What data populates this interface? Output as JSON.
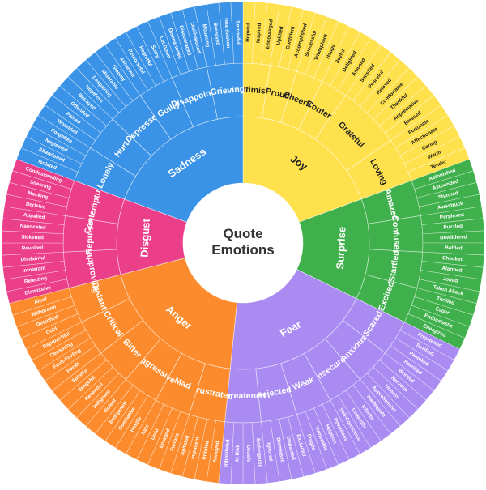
{
  "center": {
    "line1": "Quote",
    "line2": "Emotions"
  },
  "emotions": [
    {
      "name": "Joy",
      "color": "#FFE14D",
      "dark_text": true,
      "groups": [
        {
          "name": "Optimistic",
          "words": [
            "Hopeful",
            "Inspired",
            "Encouraged"
          ]
        },
        {
          "name": "Proud",
          "words": [
            "Uplifted",
            "Confident",
            "Accomplished"
          ]
        },
        {
          "name": "Cheerful",
          "words": [
            "Successful",
            "Triumphant",
            "Happy"
          ]
        },
        {
          "name": "Content",
          "words": [
            "Joyful",
            "Delighted",
            "Amused"
          ]
        },
        {
          "name": "Grateful",
          "words": [
            "Satisfied",
            "Peaceful",
            "Relaxed",
            "Comfortable",
            "Thankful",
            "Appreciative",
            "Blessed"
          ]
        },
        {
          "name": "Loving",
          "words": [
            "Fortunate",
            "Affectionate",
            "Caring",
            "Warm",
            "Tender"
          ]
        }
      ]
    },
    {
      "name": "Surprise",
      "color": "#3FB04B",
      "dark_text": false,
      "groups": [
        {
          "name": "Amazed",
          "words": [
            "Astonished",
            "Astounded",
            "Stunned",
            "Awestruck"
          ]
        },
        {
          "name": "Confused",
          "words": [
            "Perplexed",
            "Puzzled",
            "Bewildered",
            "Baffled"
          ]
        },
        {
          "name": "Startled",
          "words": [
            "Shocked",
            "Alarmed",
            "Jolted",
            "Taken Aback"
          ]
        },
        {
          "name": "Excited",
          "words": [
            "Thrilled",
            "Eager",
            "Enthusiastic",
            "Energized"
          ]
        }
      ]
    },
    {
      "name": "Fear",
      "color": "#A98BF2",
      "dark_text": false,
      "groups": [
        {
          "name": "Scared",
          "words": [
            "Frightened",
            "Terrified",
            "Panicked",
            "Horrified"
          ]
        },
        {
          "name": "Anxious",
          "words": [
            "Worried",
            "Nervous",
            "Uneasy",
            "Apprehensive"
          ]
        },
        {
          "name": "Insecure",
          "words": [
            "Inadequate",
            "Inferior",
            "Unworthy",
            "Self-Conscious"
          ]
        },
        {
          "name": "Weak",
          "words": [
            "Powerless",
            "Helpless",
            "Vulnerable",
            "Fragile"
          ]
        },
        {
          "name": "Rejected",
          "words": [
            "Excluded",
            "Unwanted",
            "Dismissed",
            "Ignored"
          ]
        },
        {
          "name": "Threatened",
          "words": [
            "Endangered",
            "Unsafe",
            "At Risk",
            "Intimidated"
          ]
        }
      ]
    },
    {
      "name": "Anger",
      "color": "#FB8B2C",
      "dark_text": false,
      "groups": [
        {
          "name": "Frustrated",
          "words": [
            "Annoyed",
            "Irritated",
            "Impatient",
            "Agitated"
          ]
        },
        {
          "name": "Mad",
          "words": [
            "Furious",
            "Enraged",
            "Livid",
            "Irate"
          ]
        },
        {
          "name": "Aggressive",
          "words": [
            "Hostile",
            "Combative",
            "Belligerent",
            "Violent"
          ]
        },
        {
          "name": "Bitter",
          "words": [
            "Indignant",
            "Resentful",
            "Vengeful",
            "Spiteful"
          ]
        },
        {
          "name": "Critical",
          "words": [
            "Harsh",
            "Fault-Finding",
            "Censoring",
            "Reproachful"
          ]
        },
        {
          "name": "Distant",
          "words": [
            "Cold",
            "Detached",
            "Withdrawn",
            "Aloof"
          ]
        }
      ]
    },
    {
      "name": "Disgust",
      "color": "#EC3F8A",
      "dark_text": false,
      "groups": [
        {
          "name": "Disapproving",
          "words": [
            "Dismissive",
            "Rejecting",
            "Intolerant",
            "Disdainful"
          ]
        },
        {
          "name": "Repulsed",
          "words": [
            "Revolted",
            "Sickened",
            "Nauseated",
            "Appalled"
          ]
        },
        {
          "name": "Contemptuous",
          "words": [
            "Derisive",
            "Mocking",
            "Sneering",
            "Condescending"
          ]
        }
      ]
    },
    {
      "name": "Sadness",
      "color": "#3A93E6",
      "dark_text": false,
      "groups": [
        {
          "name": "Lonely",
          "words": [
            "Isolated",
            "Abandoned",
            "Neglected",
            "Forgotten"
          ]
        },
        {
          "name": "Hurt",
          "words": [
            "Wounded",
            "Pained",
            "Offended",
            "Betrayed"
          ]
        },
        {
          "name": "Depressed",
          "words": [
            "Hopeless",
            "Despairing",
            "Miserable",
            "Gloomy"
          ]
        },
        {
          "name": "Guilty",
          "words": [
            "Ashamed",
            "Remorseful",
            "Regretful",
            "Sorry"
          ]
        },
        {
          "name": "Disappointed",
          "words": [
            "Let Down",
            "Disheartened",
            "Discouraged",
            "Disillusioned"
          ]
        },
        {
          "name": "Grieving",
          "words": [
            "Mourning",
            "Bereaved",
            "Heartbroken",
            "Sorrowful"
          ]
        }
      ]
    }
  ]
}
